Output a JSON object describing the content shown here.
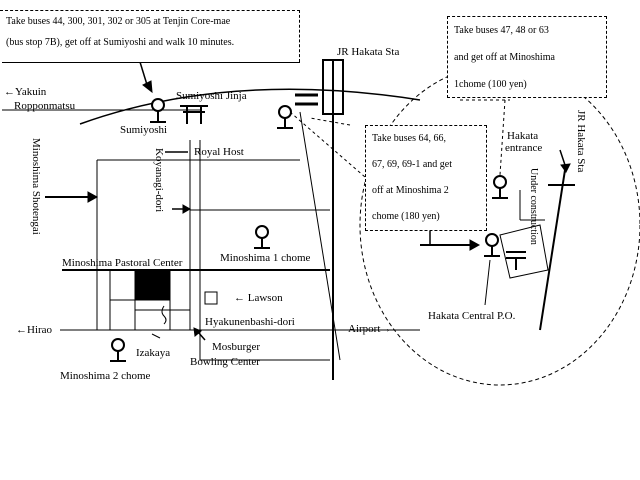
{
  "instructions": {
    "tenjin": [
      "Take buses 44, 300, 301, 302 or 305 at Tenjin Core-mae",
      "(bus stop 7B), get off at Sumiyoshi and walk 10 minutes."
    ],
    "minoshima1": [
      "Take buses 47, 48 or 63",
      "and get off at Minoshima",
      "1chome (100 yen)"
    ],
    "minoshima2": [
      "Take buses 64, 66,",
      "67, 69, 69-1 and get",
      "off at Minoshima 2",
      "chome (180 yen)"
    ]
  },
  "labels": {
    "jr_hakata_sta": "JR Hakata Sta",
    "jr_hakata_sta_vertical": "JR Hakata Sta",
    "yakuin": "←Yakuin",
    "ropponmatsu": "Ropponmatsu",
    "sumiyoshi_jinja": "Sumiyoshi Jinja",
    "sumiyoshi": "Sumiyoshi",
    "royal_host": "Royal Host",
    "koyanagi_dori": "Koyanagi-dori",
    "minoshima_shotengai": "Minoshima Shotengai",
    "minoshima_1_chome": "Minoshima 1 chome",
    "pastoral_center": "Minoshima Pastoral Center",
    "lawson": "← Lawson",
    "hyakunenbashi_dori": "Hyakunenbashi-dori",
    "hirao": "←Hirao",
    "airport": "Airport→",
    "izakaya": "Izakaya",
    "mosburger": "Mosburger",
    "bowling_center": "Bowling Center",
    "minoshima_2_chome": "Minoshima 2 chome",
    "hakata_entrance_1": "Hakata",
    "hakata_entrance_2": "entrance",
    "under_construction": "Under construction",
    "hakata_central_po": "Hakata Central P.O."
  }
}
